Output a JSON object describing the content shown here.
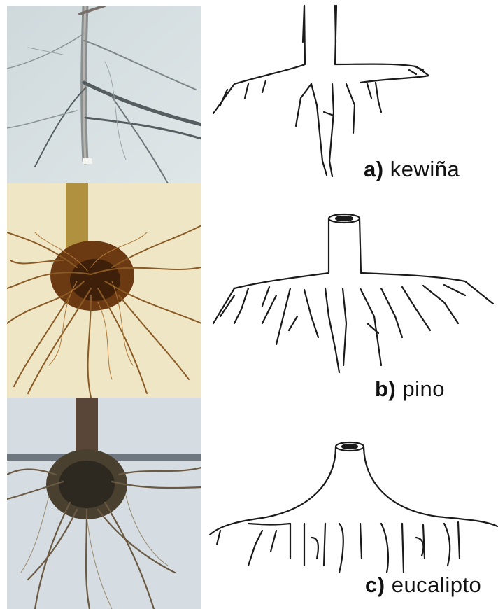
{
  "panels": [
    {
      "letter": "a)",
      "name": "kewiña"
    },
    {
      "letter": "b)",
      "name": "pino"
    },
    {
      "letter": "c)",
      "name": "eucalipto"
    }
  ]
}
